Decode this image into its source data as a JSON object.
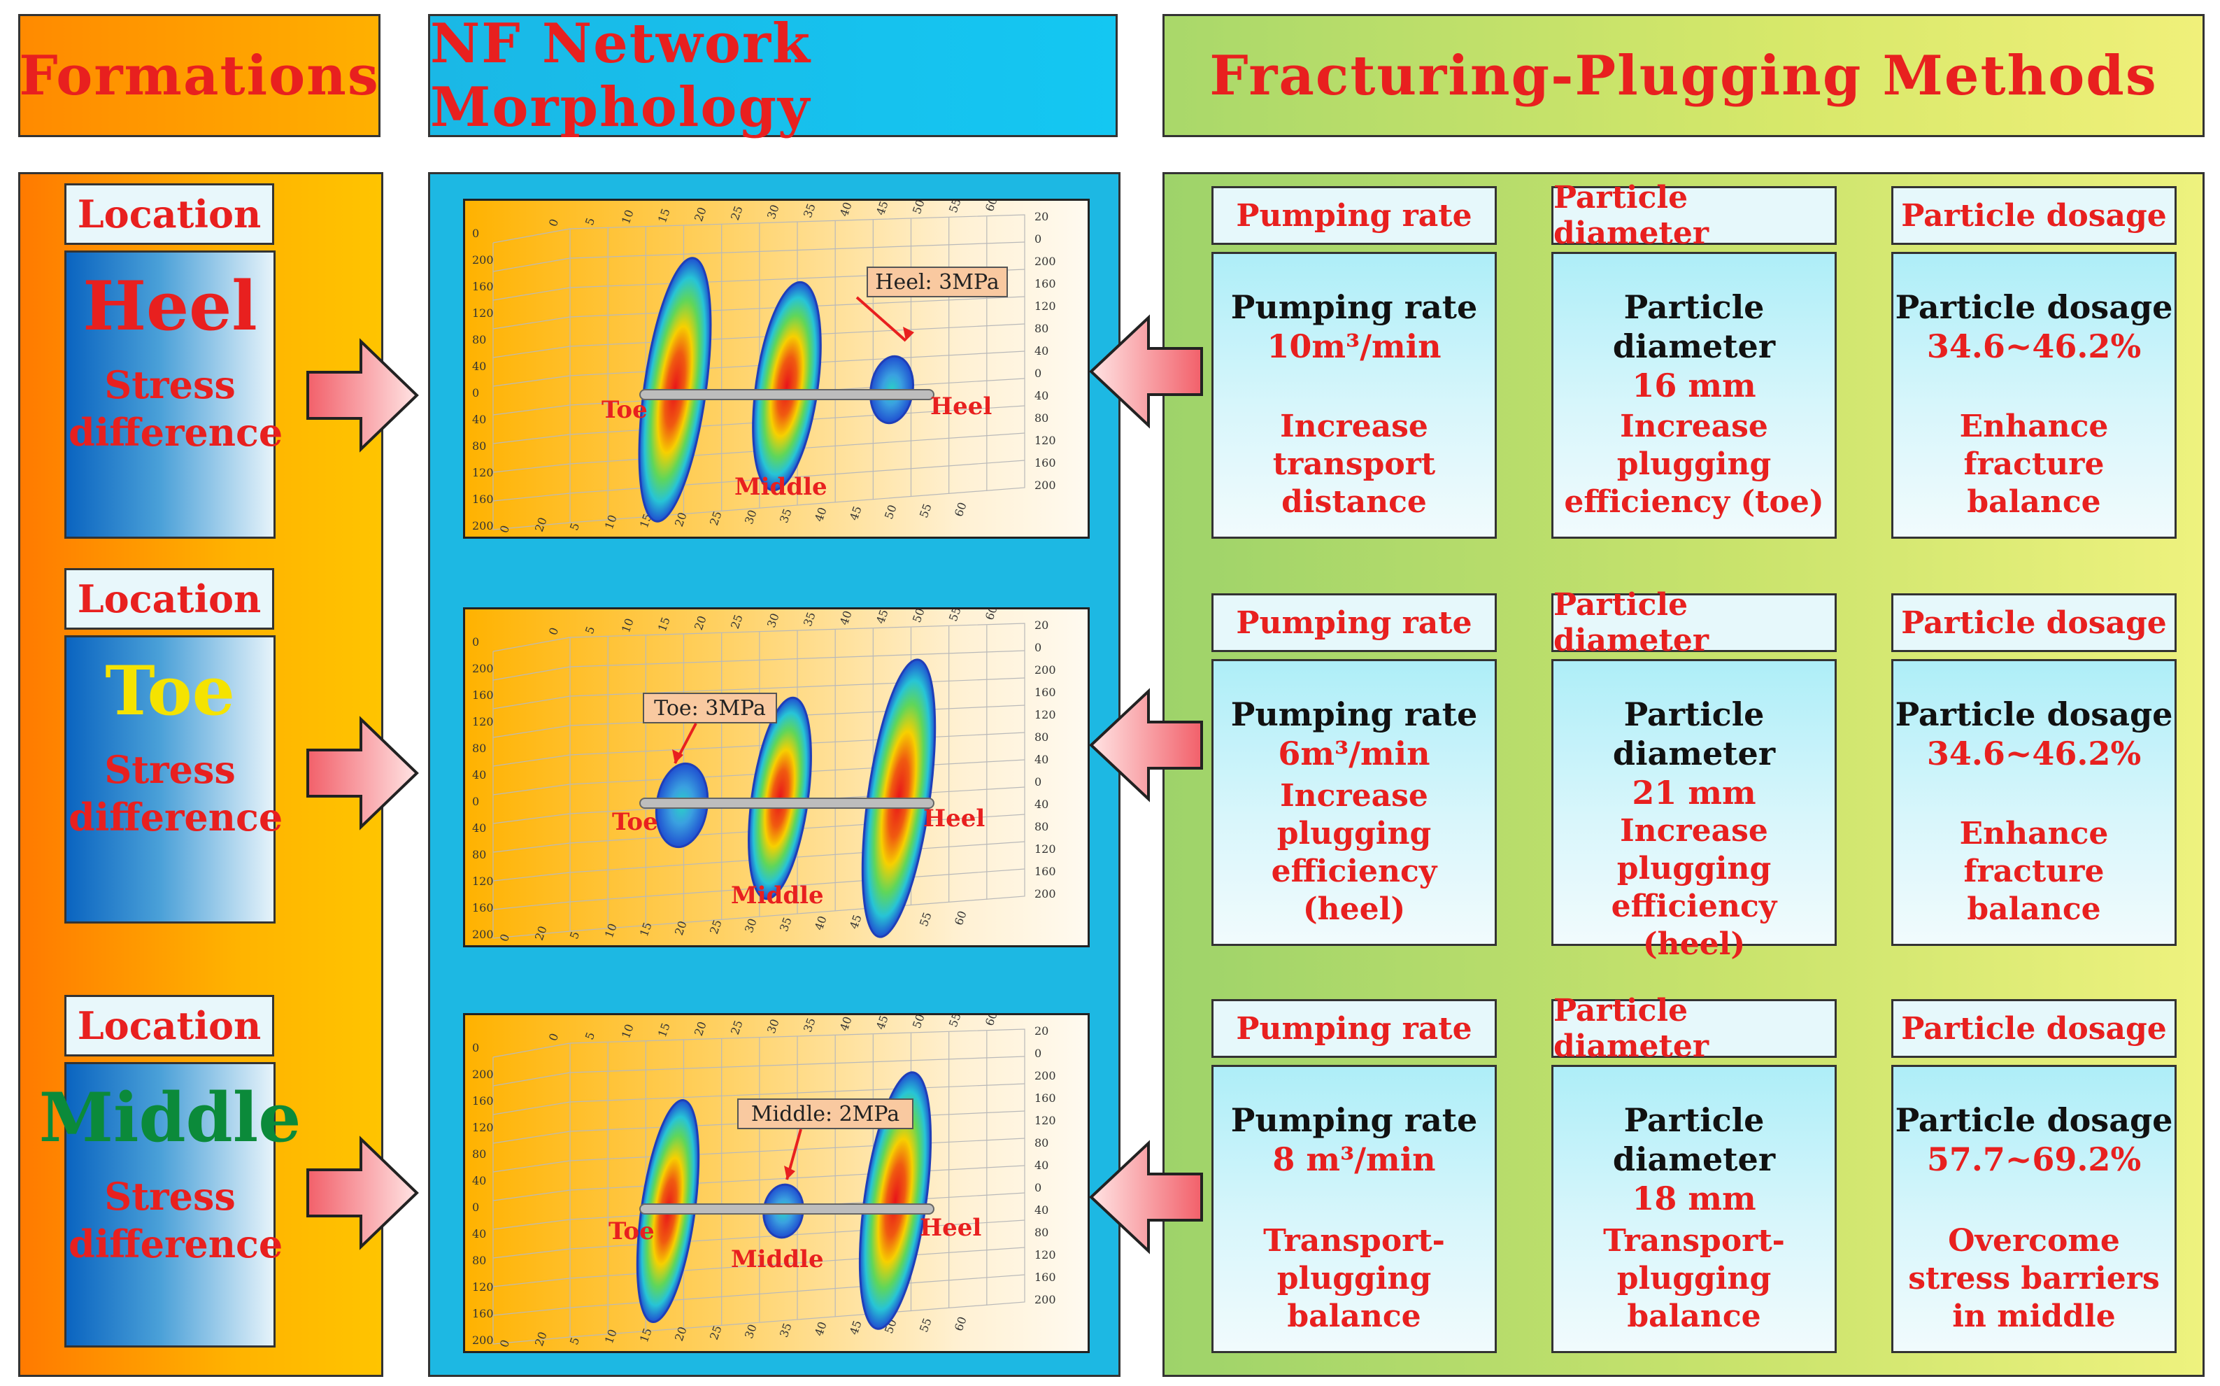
{
  "headers": {
    "formations": "Formations",
    "nf_morphology": "NF Network Morphology",
    "fracturing_methods": "Fracturing-Plugging Methods"
  },
  "colors": {
    "heel": "#e8201f",
    "toe": "#f5e300",
    "middle": "#0b8a3a"
  },
  "rows": [
    {
      "location_label": "Location",
      "location": "Heel",
      "condition": "Stress difference",
      "morphology": {
        "callout": "Heel: 3MPa",
        "labels": {
          "toe": "Toe",
          "middle": "Middle",
          "heel": "Heel"
        }
      },
      "params": [
        {
          "label": "Pumping rate",
          "name": "Pumping rate",
          "value": "10m³/min",
          "effect": "Increase transport distance"
        },
        {
          "label": "Particle diameter",
          "name": "Particle diameter",
          "value": "16 mm",
          "effect": "Increase plugging efficiency (toe)"
        },
        {
          "label": "Particle dosage",
          "name": "Particle dosage",
          "value": "34.6~46.2%",
          "effect": "Enhance fracture balance"
        }
      ]
    },
    {
      "location_label": "Location",
      "location": "Toe",
      "condition": "Stress difference",
      "morphology": {
        "callout": "Toe: 3MPa",
        "labels": {
          "toe": "Toe",
          "middle": "Middle",
          "heel": "Heel"
        }
      },
      "params": [
        {
          "label": "Pumping rate",
          "name": "Pumping rate",
          "value": "6m³/min",
          "effect": "Increase plugging efficiency (heel)"
        },
        {
          "label": "Particle diameter",
          "name": "Particle diameter",
          "value": "21 mm",
          "effect": "Increase plugging efficiency (heel)"
        },
        {
          "label": "Particle dosage",
          "name": "Particle dosage",
          "value": "34.6~46.2%",
          "effect": "Enhance fracture balance"
        }
      ]
    },
    {
      "location_label": "Location",
      "location": "Middle",
      "condition": "Stress difference",
      "morphology": {
        "callout": "Middle: 2MPa",
        "labels": {
          "toe": "Toe",
          "middle": "Middle",
          "heel": "Heel"
        }
      },
      "params": [
        {
          "label": "Pumping rate",
          "name": "Pumping rate",
          "value": "8 m³/min",
          "effect": "Transport-plugging balance"
        },
        {
          "label": "Particle diameter",
          "name": "Particle diameter",
          "value": "18 mm",
          "effect": "Transport-plugging balance"
        },
        {
          "label": "Particle dosage",
          "name": "Particle dosage",
          "value": "57.7~69.2%",
          "effect": "Overcome stress barriers in middle"
        }
      ]
    }
  ],
  "axis_ticks": {
    "top": [
      "0",
      "5",
      "10",
      "15",
      "20",
      "25",
      "30",
      "35",
      "40",
      "45",
      "50",
      "55",
      "60"
    ],
    "bottom": [
      "0",
      "20",
      "5",
      "10",
      "15",
      "20",
      "25",
      "30",
      "35",
      "40",
      "45",
      "50",
      "55",
      "60"
    ],
    "left": [
      "0",
      "200",
      "160",
      "120",
      "80",
      "40",
      "0",
      "40",
      "80",
      "120",
      "160",
      "200"
    ],
    "right": [
      "20",
      "0",
      "200",
      "160",
      "120",
      "80",
      "40",
      "0",
      "40",
      "80",
      "120",
      "160",
      "200"
    ]
  }
}
